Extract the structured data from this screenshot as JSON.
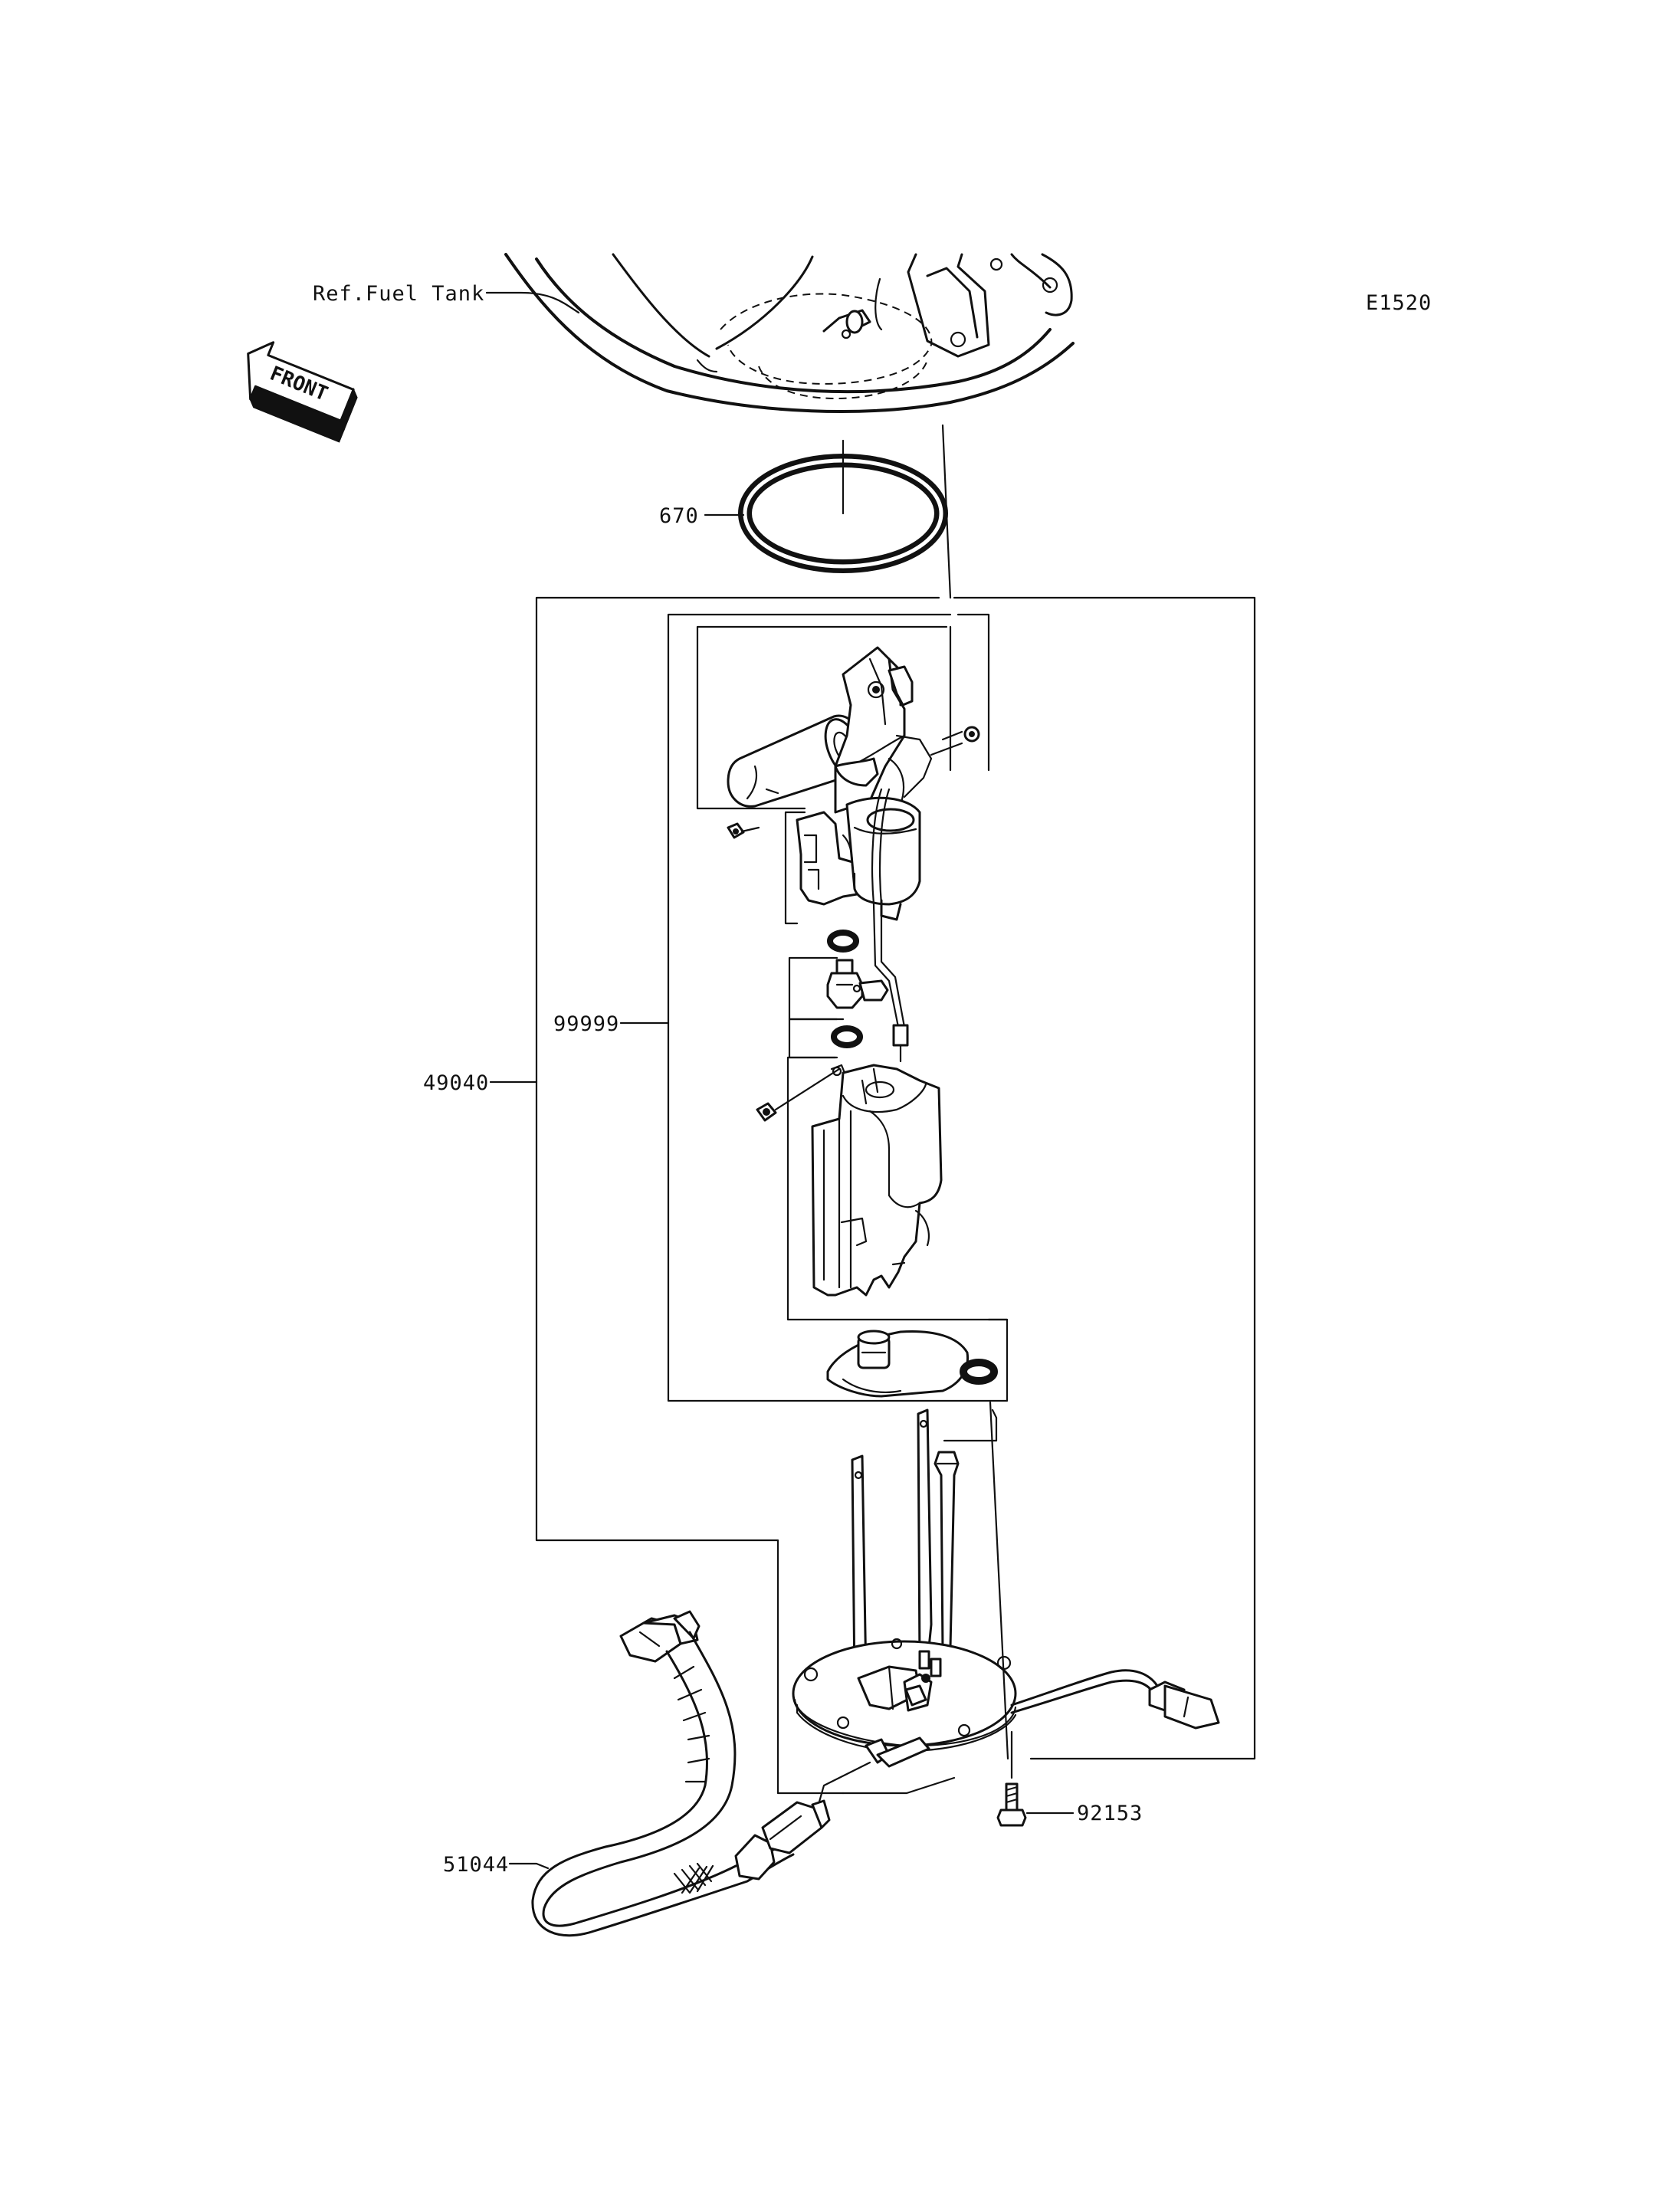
{
  "diagram": {
    "code": "E1520",
    "front_label": "FRONT",
    "ref_label": "Ref.Fuel Tank",
    "parts": [
      {
        "id": "670",
        "name": "o-ring"
      },
      {
        "id": "99999",
        "name": "pump-subassembly"
      },
      {
        "id": "49040",
        "name": "fuel-pump-assembly"
      },
      {
        "id": "92153",
        "name": "bolt"
      },
      {
        "id": "51044",
        "name": "fuel-hose"
      }
    ]
  }
}
